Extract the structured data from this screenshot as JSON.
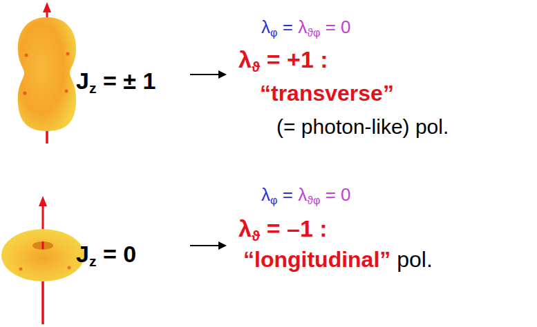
{
  "diagram": {
    "labels": [
      "J",
      "z",
      "= ± 1",
      "λ",
      "φ",
      "=",
      "λ",
      "ϑφ",
      "= 0",
      "λ",
      "ϑ",
      "= +1 :",
      "“transverse”",
      "(= photon-like) pol.",
      "J",
      "z",
      "= 0",
      "λ",
      "φ",
      "=",
      "λ",
      "ϑφ",
      "= 0",
      "λ",
      "ϑ",
      "= –1 :",
      "“longitudinal”",
      "pol."
    ]
  }
}
